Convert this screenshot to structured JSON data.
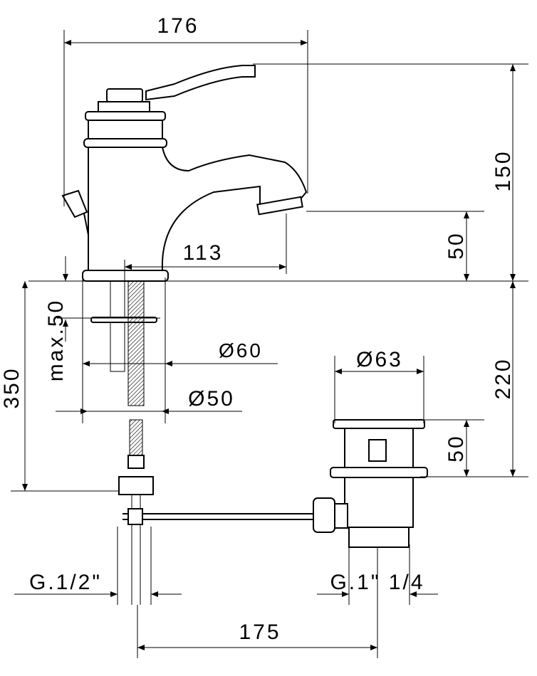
{
  "title": "Bidet mixer technical drawing",
  "dimensions": {
    "overall_width": "176",
    "overall_height": "150",
    "spout_height": "50",
    "spout_reach": "113",
    "max_deck_thickness": "max.50",
    "hose_length": "350",
    "flange_diameter": "Ø60",
    "hole_diameter": "Ø50",
    "drain_head_diameter": "Ø63",
    "drain_length": "220",
    "drain_head_height": "50",
    "inlet_thread": "G.1/2\"",
    "drain_thread": "G.1\" 1/4",
    "inlet_to_drain": "175"
  }
}
